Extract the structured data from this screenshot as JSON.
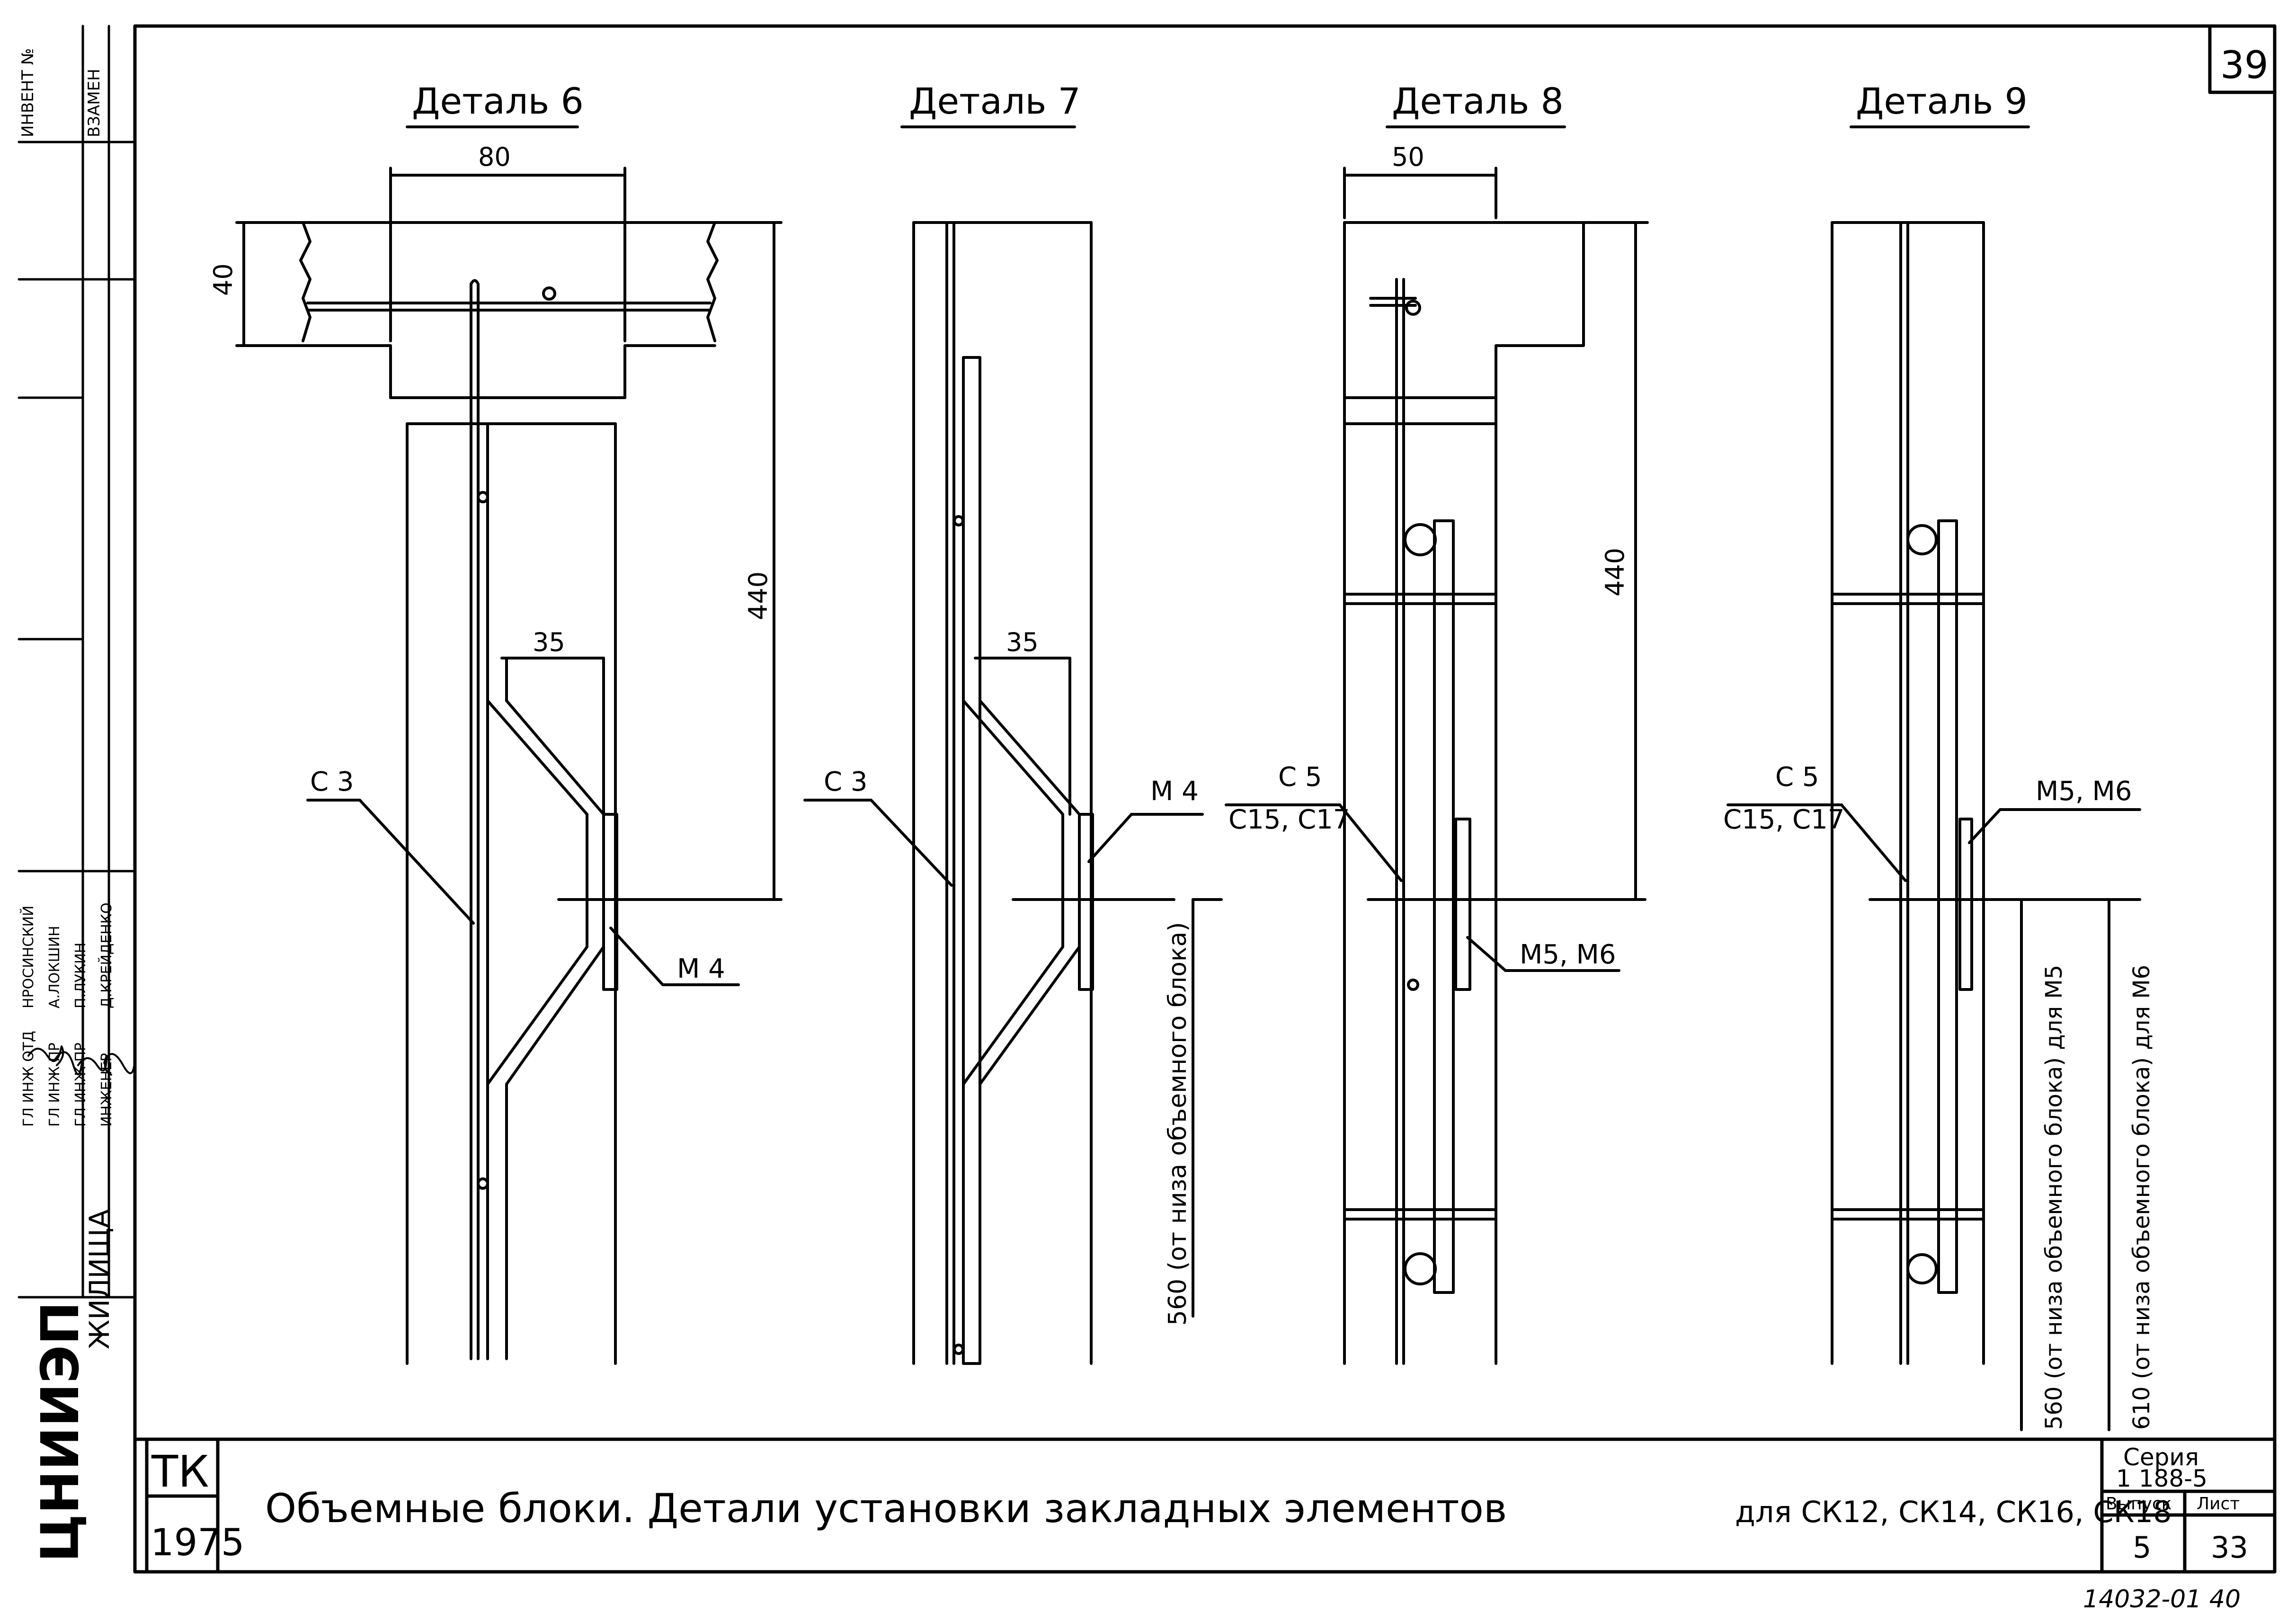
{
  "sheet_number": "39",
  "side_stamp": {
    "invent_label": "ИНВЕНТ №",
    "replace_label": "ВЗАМЕН",
    "rows": [
      {
        "role": "ГЛ ИНЖ ОТД",
        "name": "НРОСИНСКИЙ"
      },
      {
        "role": "ГЛ ИНЖ ПР",
        "name": "А.ЛОКШИН"
      },
      {
        "role": "ГЛ ИНЖ ПР",
        "name": "П.ЛУКИН"
      },
      {
        "role": "ИНЖЕНЕР",
        "name": "Д.КРЕЙДЕНКО"
      }
    ],
    "org": "ЦНИИЭП",
    "org_sub": "ЖИЛИЩА"
  },
  "details": [
    {
      "title": "Деталь 6",
      "dims": [
        "80",
        "40",
        "440",
        "35"
      ],
      "labels": [
        "С 3",
        "М 4"
      ]
    },
    {
      "title": "Деталь 7",
      "dims": [
        "35"
      ],
      "labels": [
        "С 3",
        "М 4"
      ],
      "note": "560 (от низа объемного блока)"
    },
    {
      "title": "Деталь 8",
      "dims": [
        "50",
        "440"
      ],
      "labels": [
        "С 5",
        "С15, С17",
        "М5, М6"
      ]
    },
    {
      "title": "Деталь 9",
      "labels": [
        "С 5",
        "С15, С17",
        "М5, М6"
      ],
      "notes": [
        "560 (от низа объемного блока) для М5",
        "610 (от низа объемного блока) для М6"
      ]
    }
  ],
  "title_block": {
    "tk": "ТК",
    "year": "1975",
    "title": "Объемные блоки.   Детали установки закладных элементов",
    "title_suffix": "для СК12, СК14, СК16, СК18",
    "series_label": "Серия",
    "series": "1 188-5",
    "issue_label": "Выпуск",
    "issue": "5",
    "sheet_label": "Лист",
    "sheet": "33"
  },
  "footer_code": "14032-01 40"
}
